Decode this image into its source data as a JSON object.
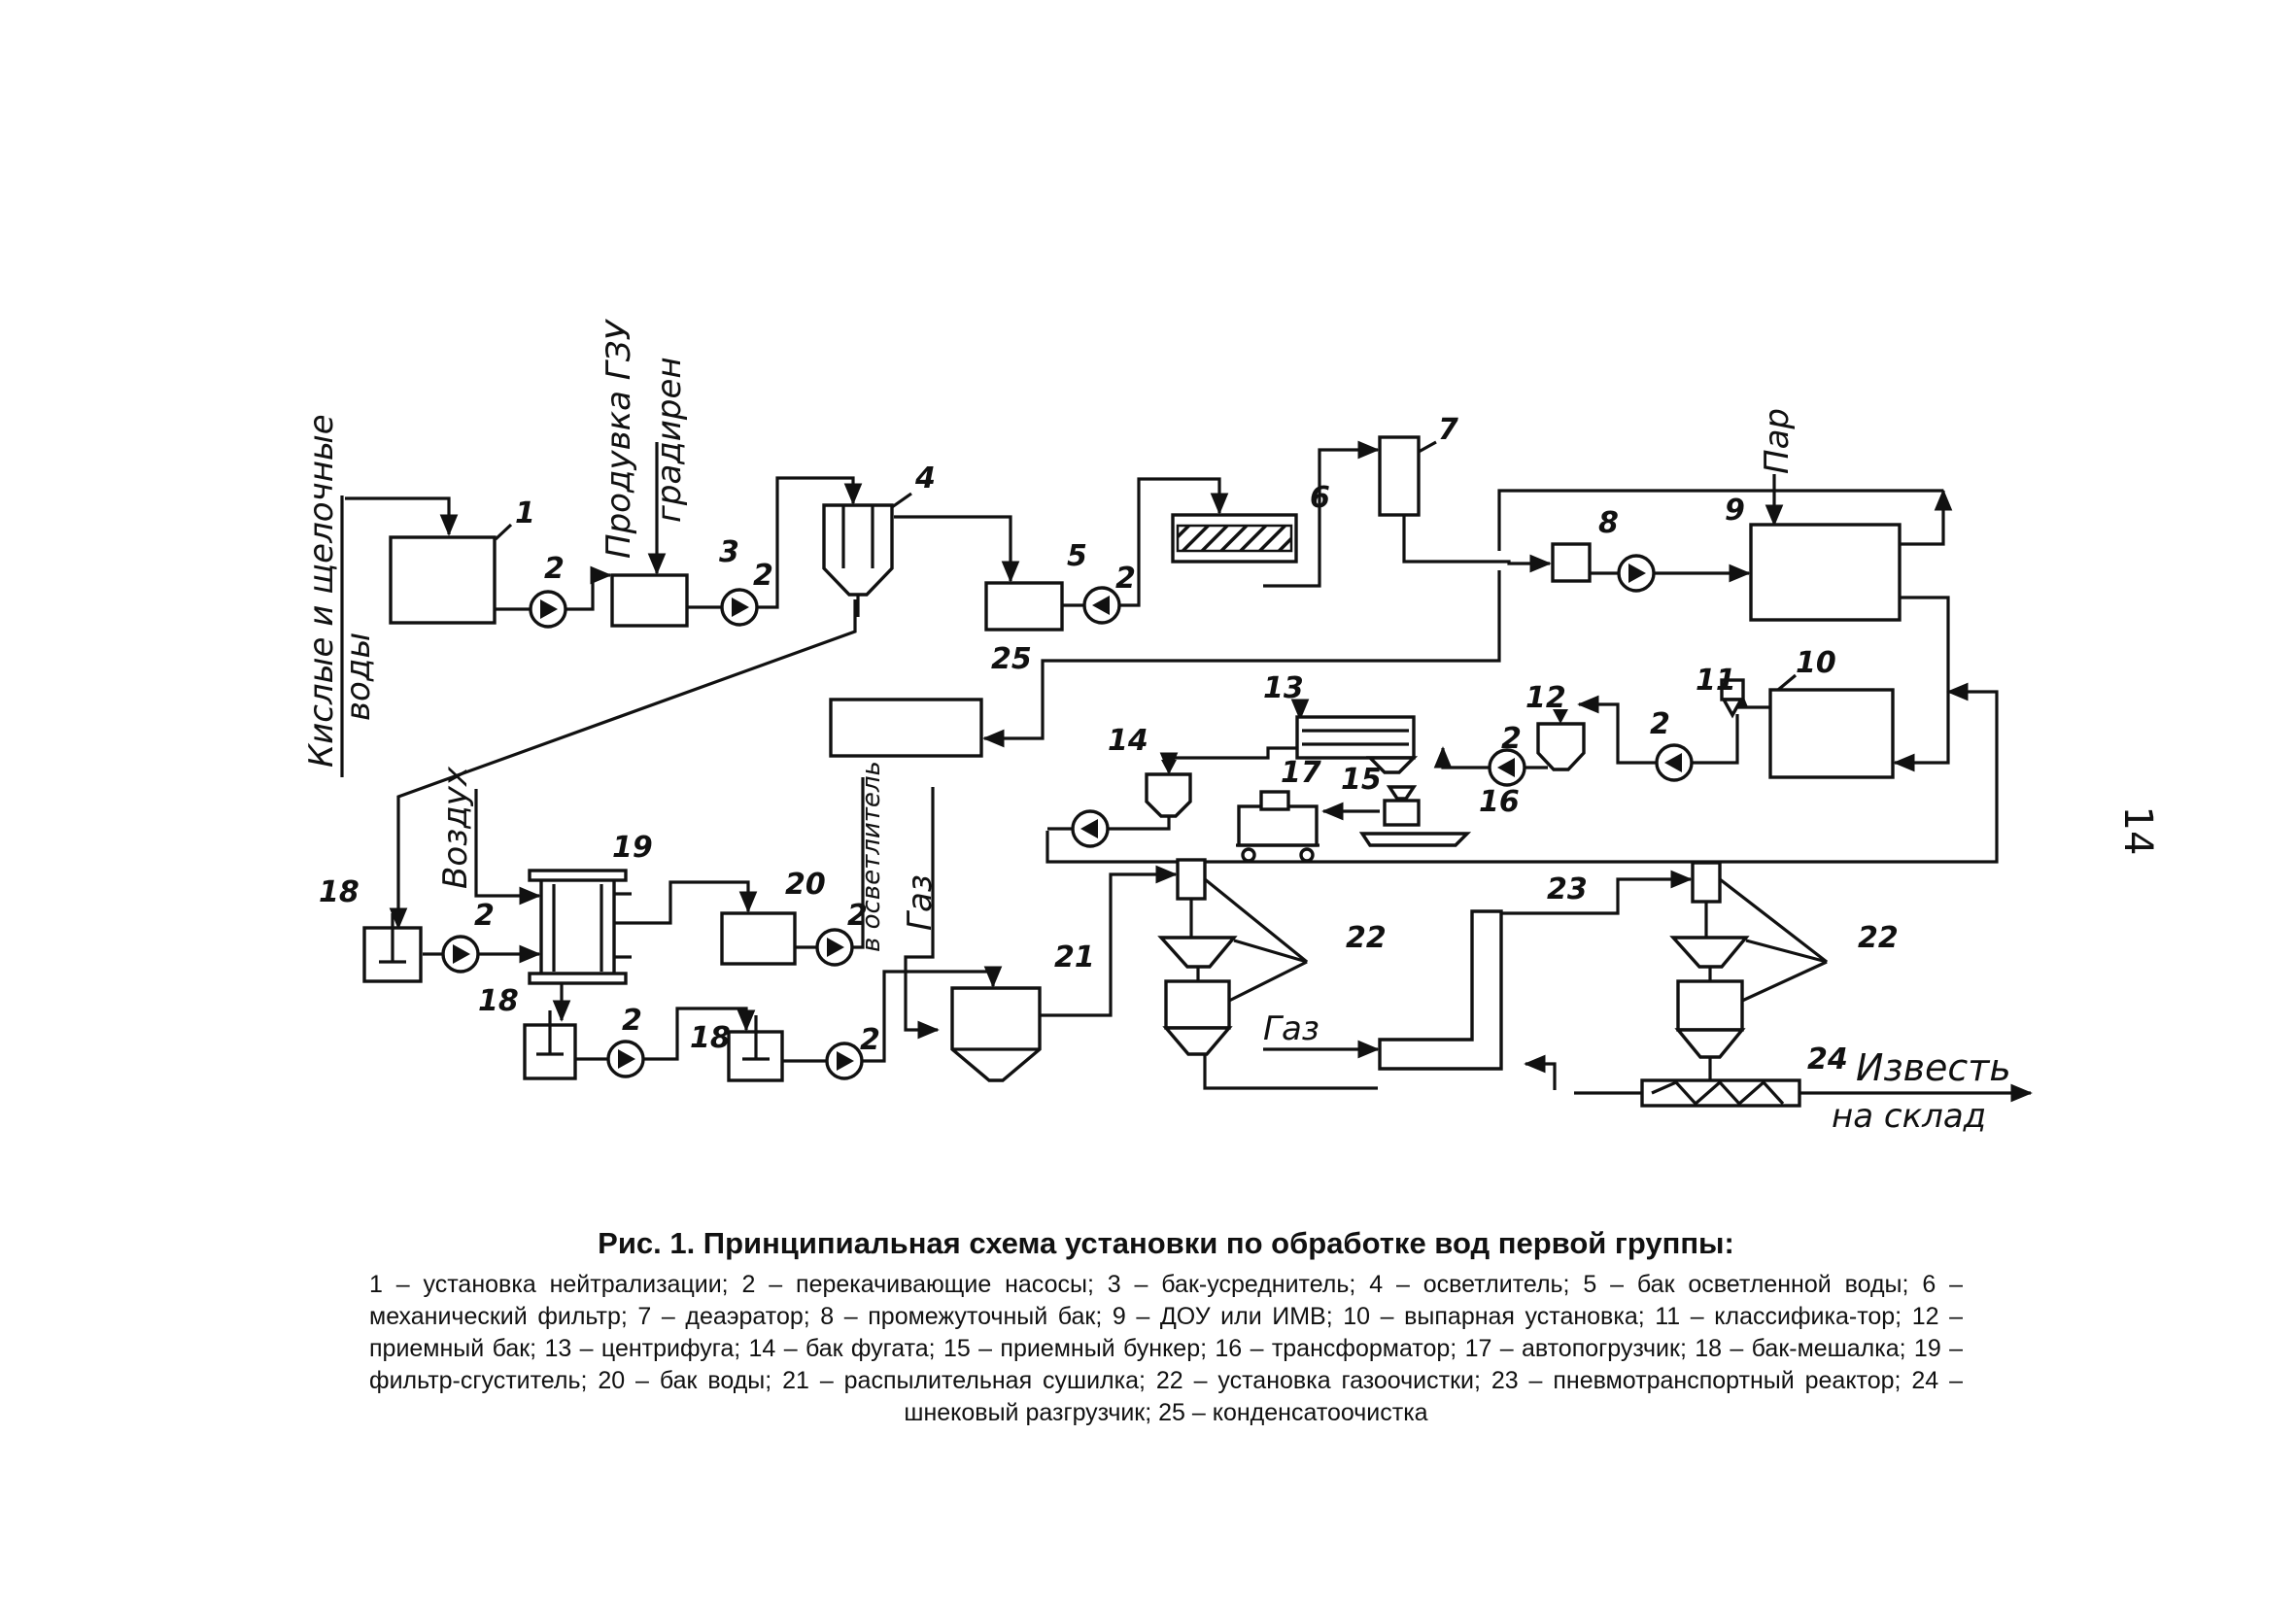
{
  "page_number": "14",
  "labels": {
    "inlet_waters_line1": "Кислые и щелочные",
    "inlet_waters_line2": "воды",
    "purge_line1": "Продувка ГЗУ",
    "purge_line2": "градирен",
    "steam": "Пар",
    "air": "Воздух",
    "to_clarifier": "в осветлитель",
    "gas_top": "Газ",
    "gas_bottom": "Газ",
    "lime_line1": "Известь",
    "lime_line2": "на склад"
  },
  "equipment_numbers": {
    "n1": "1",
    "n2a": "2",
    "n3": "3",
    "n2b": "2",
    "n4": "4",
    "n5": "5",
    "n2c": "2",
    "n6": "6",
    "n7": "7",
    "n8": "8",
    "n9": "9",
    "n10": "10",
    "n11": "11",
    "n2d": "2",
    "n12": "12",
    "n2e": "2",
    "n13": "13",
    "n14": "14",
    "n15": "15",
    "n16": "16",
    "n17": "17",
    "n25": "25",
    "n18a": "18",
    "n2f": "2",
    "n19": "19",
    "n20": "20",
    "n2g": "2",
    "n18b": "18",
    "n2h": "2",
    "n18c": "18",
    "n2i": "2",
    "n21": "21",
    "n22a": "22",
    "n23": "23",
    "n22b": "22",
    "n24": "24"
  },
  "caption": {
    "title": "Рис. 1. Принципиальная схема установки по обработке вод первой группы:",
    "legend": "1 – установка нейтрализации; 2 – перекачивающие насосы; 3 – бак-усреднитель; 4 – осветлитель; 5 – бак осветленной воды; 6 – механический фильтр; 7 – деаэратор; 8 – промежуточный бак; 9 – ДОУ или ИМВ; 10 – выпарная установка; 11 – классифика-тор; 12 – приемный бак; 13 – центрифуга; 14 – бак фугата; 15 – приемный бункер; 16 – трансформатор; 17 – автопогрузчик; 18 – бак-мешалка; 19 – фильтр-сгуститель; 20 – бак воды; 21 – распылительная сушилка; 22 – установка газоочистки; 23 – пневмотранспортный реактор; 24 – шнековый разгрузчик; 25 – конденсатоочистка"
  }
}
